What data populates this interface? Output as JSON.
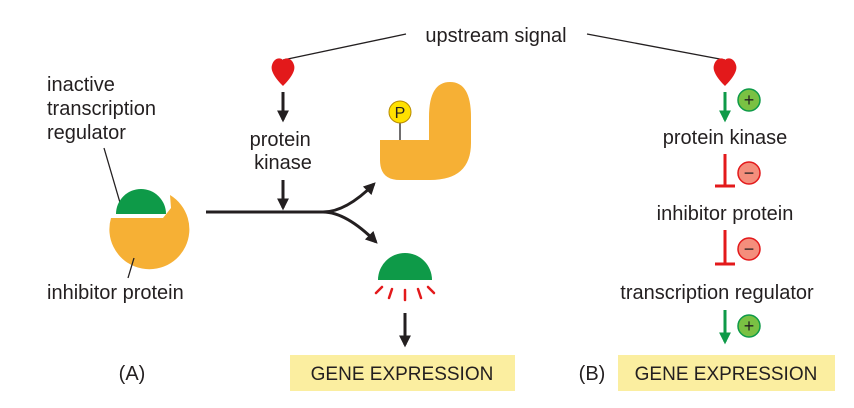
{
  "panel_a": {
    "label": "(A)",
    "inactive_regulator_label": [
      "inactive",
      "transcription",
      "regulator"
    ],
    "inhibitor_label": "inhibitor protein",
    "kinase_label": [
      "protein",
      "kinase"
    ],
    "phosphate_label": "P",
    "output_label": "GENE EXPRESSION"
  },
  "shared": {
    "signal_label": "upstream signal"
  },
  "panel_b": {
    "label": "(B)",
    "steps": [
      {
        "label": "protein kinase",
        "sign": "+"
      },
      {
        "label": "inhibitor protein",
        "sign": "−"
      },
      {
        "label": "transcription regulator",
        "sign": "−"
      }
    ],
    "final_sign": "+",
    "output_label": "GENE EXPRESSION"
  },
  "colors": {
    "signal": "#e3191b",
    "inhibitor": "#f6b035",
    "regulator": "#0e9a48",
    "phosphate": "#ffe100",
    "activate": "#0e9a48",
    "inhibit": "#e3191b",
    "plus_badge": "#7ac143",
    "minus_badge": "#f48e7c",
    "highlight": "#fbeea0"
  }
}
